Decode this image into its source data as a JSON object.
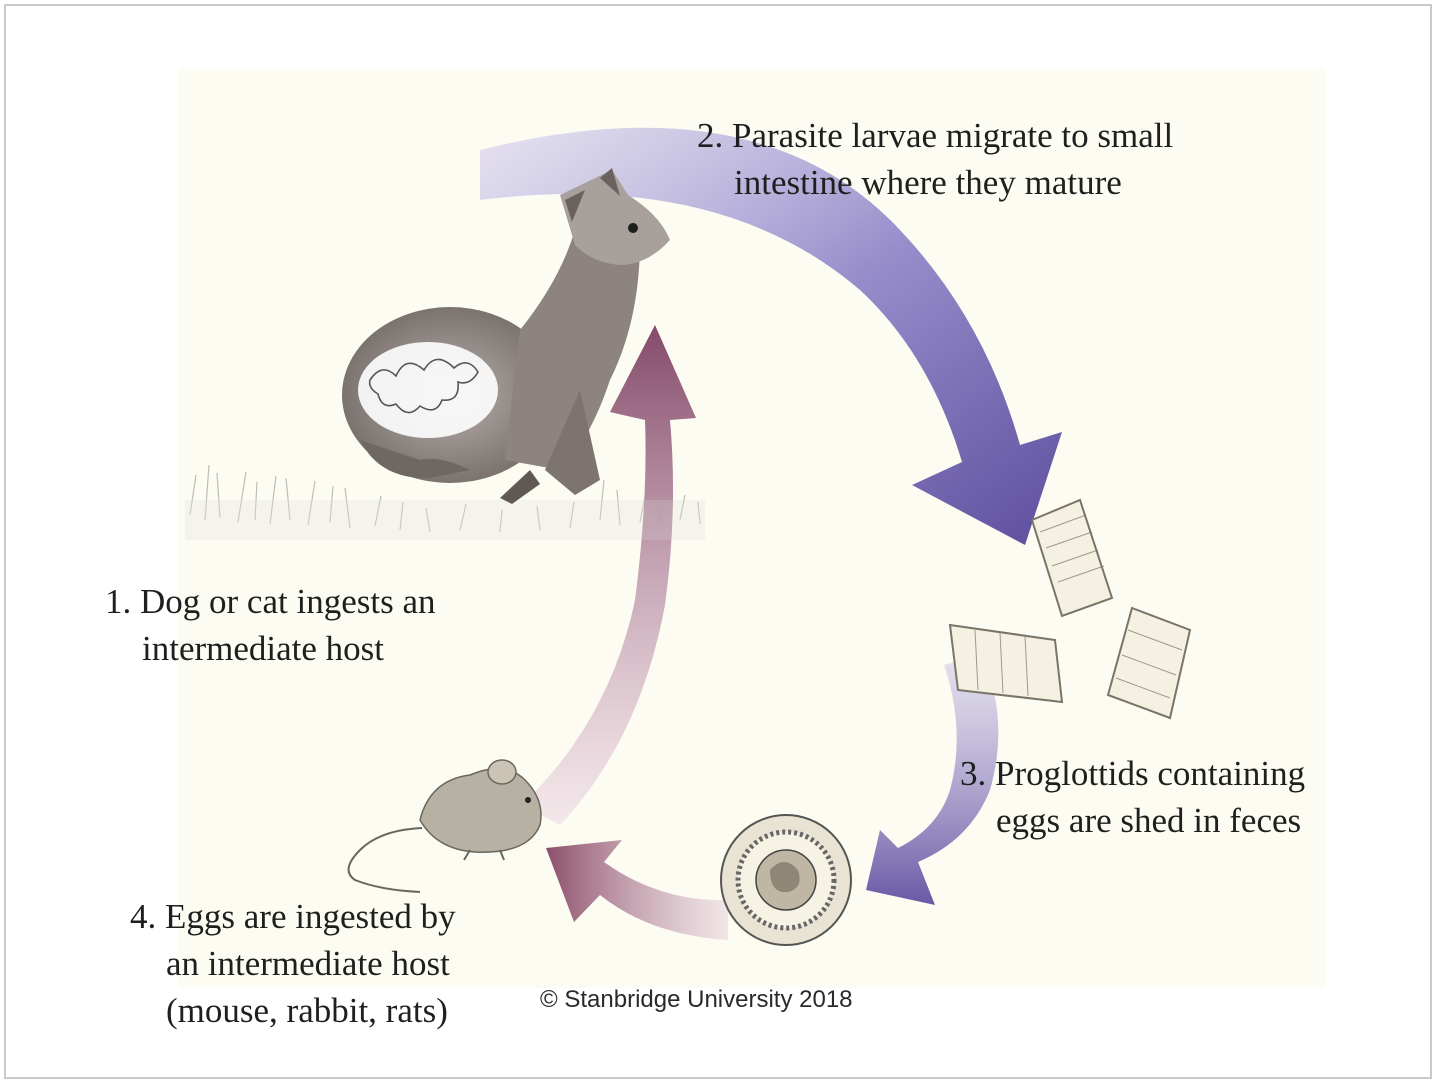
{
  "steps": [
    {
      "number": "1.",
      "lines": [
        "1. Dog or cat ingests an",
        "intermediate host"
      ]
    },
    {
      "number": "2.",
      "lines": [
        "2. Parasite larvae migrate to small",
        "intestine where they mature"
      ]
    },
    {
      "number": "3.",
      "lines": [
        "3. Proglottids containing",
        "eggs are shed in feces"
      ]
    },
    {
      "number": "4.",
      "lines": [
        "4. Eggs are ingested by",
        "an intermediate host",
        "(mouse, rabbit, rats)"
      ]
    }
  ],
  "copyright": "© Stanbridge University 2018",
  "colors": {
    "arrow_blue": "#5a4a9e",
    "arrow_blue_light": "#c8c2e6",
    "arrow_maroon": "#7a3a5e",
    "arrow_maroon_light": "#e3c8d8",
    "canvas_bg": "#fdfcf2"
  },
  "illustrations": [
    "cat-illustration",
    "tapeworm-in-abdomen",
    "proglottid-segments",
    "egg-illustration",
    "mouse-illustration",
    "grass-patch"
  ]
}
